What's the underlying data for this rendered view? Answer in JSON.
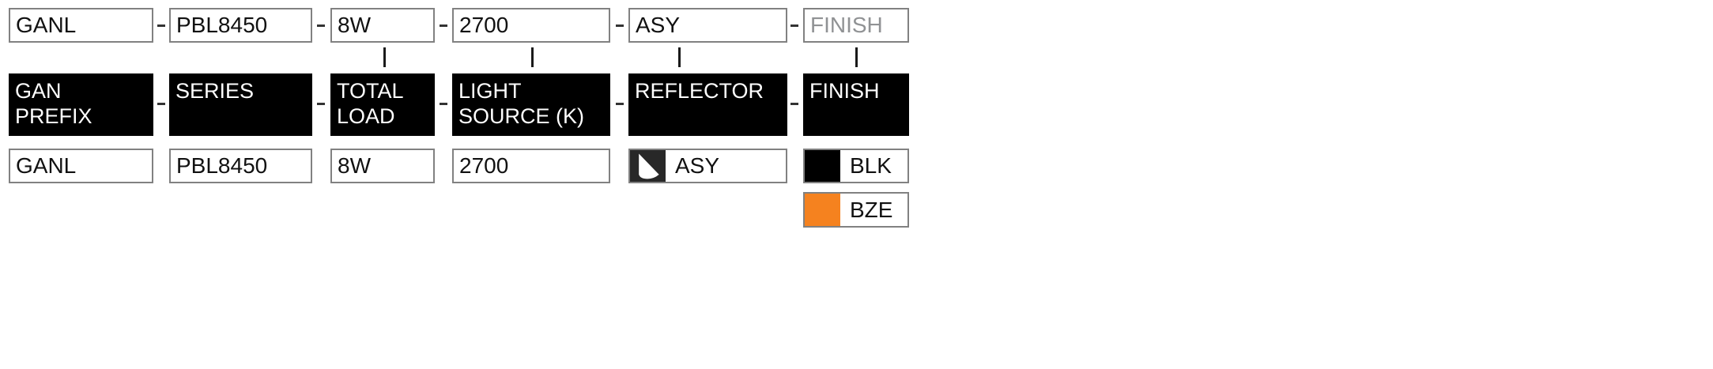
{
  "configurator": {
    "columns": [
      {
        "id": "gan-prefix",
        "input": "GANL",
        "header": "GAN\nPREFIX",
        "option": "GANL"
      },
      {
        "id": "series",
        "input": "PBL8450",
        "header": "SERIES",
        "option": "PBL8450"
      },
      {
        "id": "total-load",
        "input": "8W",
        "header": "TOTAL\nLOAD",
        "option": "8W"
      },
      {
        "id": "light-source",
        "input": "2700",
        "header": "LIGHT\nSOURCE (K)",
        "option": "2700"
      },
      {
        "id": "reflector",
        "input": "ASY",
        "header": "REFLECTOR",
        "option": "ASY",
        "option_icon": "asymmetric-reflector-icon"
      },
      {
        "id": "finish",
        "input": "",
        "placeholder": "FINISH",
        "header": "FINISH",
        "options": [
          {
            "label": "BLK",
            "swatch_color": "#000000"
          },
          {
            "label": "BZE",
            "swatch_color": "#F5821F"
          }
        ]
      }
    ],
    "colors": {
      "header_bg": "#000000",
      "header_text": "#FFFFFF",
      "box_border": "#818181",
      "placeholder_text": "#909294",
      "connector": "#1A1A1A",
      "reflector_icon_bg": "#282828",
      "reflector_icon_shape": "#FFFFFF",
      "blk_swatch": "#000000",
      "bze_swatch": "#F5821F"
    }
  }
}
